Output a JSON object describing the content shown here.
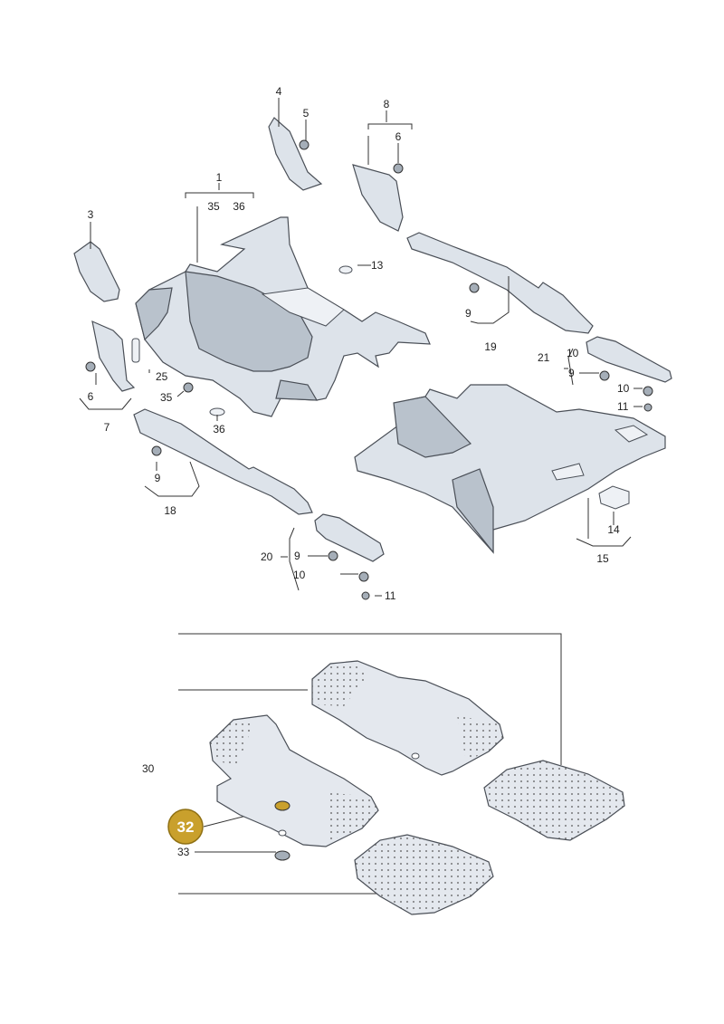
{
  "labels": {
    "l1": "1",
    "l3": "3",
    "l4": "4",
    "l5": "5",
    "l6a": "6",
    "l6b": "6",
    "l7": "7",
    "l8": "8",
    "l9a": "9",
    "l9b": "9",
    "l9c": "9",
    "l9d": "9",
    "l10a": "10",
    "l10b": "10",
    "l10c": "10",
    "l11a": "11",
    "l11b": "11",
    "l13": "13",
    "l14": "14",
    "l15": "15",
    "l18": "18",
    "l19": "19",
    "l20": "20",
    "l21": "21",
    "l25": "25",
    "l30": "30",
    "l33": "33",
    "l35a": "35",
    "l35b": "35",
    "l36a": "36",
    "l36b": "36"
  },
  "highlight": {
    "label": "32",
    "color": "#c9a02c"
  }
}
